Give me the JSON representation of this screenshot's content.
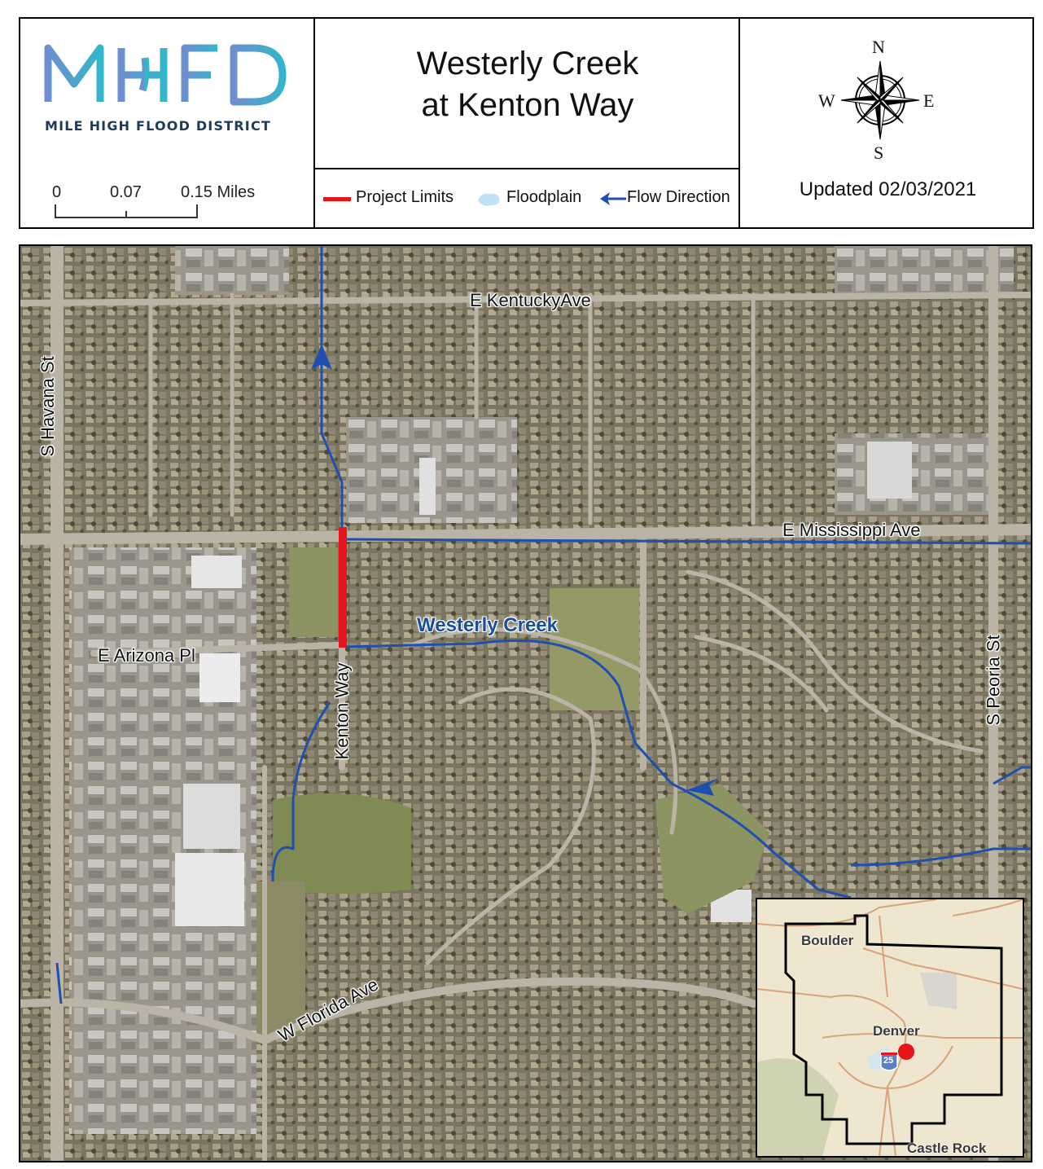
{
  "header": {
    "logo_text": "MHFD",
    "logo_subtitle": "MILE HIGH FLOOD DISTRICT",
    "title_line1": "Westerly Creek",
    "title_line2": "at Kenton Way",
    "updated": "Updated 02/03/2021",
    "compass": {
      "n": "N",
      "s": "S",
      "e": "E",
      "w": "W"
    },
    "scale_bar": {
      "tick0": "0",
      "tick1": "0.07",
      "tick2": "0.15 Miles"
    }
  },
  "legend": {
    "project_limits": "Project Limits",
    "floodplain": "Floodplain",
    "flow_direction": "Flow Direction",
    "colors": {
      "project_limits": "#e8141c",
      "floodplain": "#bfe3f5",
      "flow_direction": "#1f4fb0"
    }
  },
  "map": {
    "roads": {
      "kentucky": "E KentuckyAve",
      "mississippi": "E Mississippi Ave",
      "havana": "S Havana St",
      "peoria": "S Peoria St",
      "arizona": "E Arizona Pl",
      "kenton": "Kenton Way",
      "florida": "W Florida Ave"
    },
    "creek_label": "Westerly Creek",
    "colors": {
      "creek": "#1f4fb0",
      "project": "#e8141c"
    }
  },
  "inset": {
    "boulder": "Boulder",
    "denver": "Denver",
    "castle_rock": "Castle Rock",
    "highway": "25"
  }
}
